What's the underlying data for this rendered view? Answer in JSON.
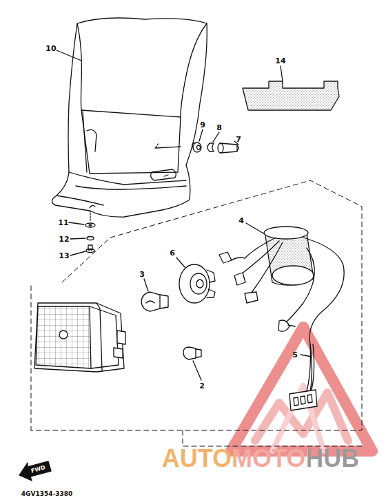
{
  "diagram": {
    "labels": [
      "10",
      "14",
      "9",
      "8",
      "7",
      "4",
      "6",
      "3",
      "11",
      "12",
      "13",
      "2",
      "5",
      "FWD",
      "4GV1354-3380",
      "AUTOMOTOHUB"
    ]
  }
}
